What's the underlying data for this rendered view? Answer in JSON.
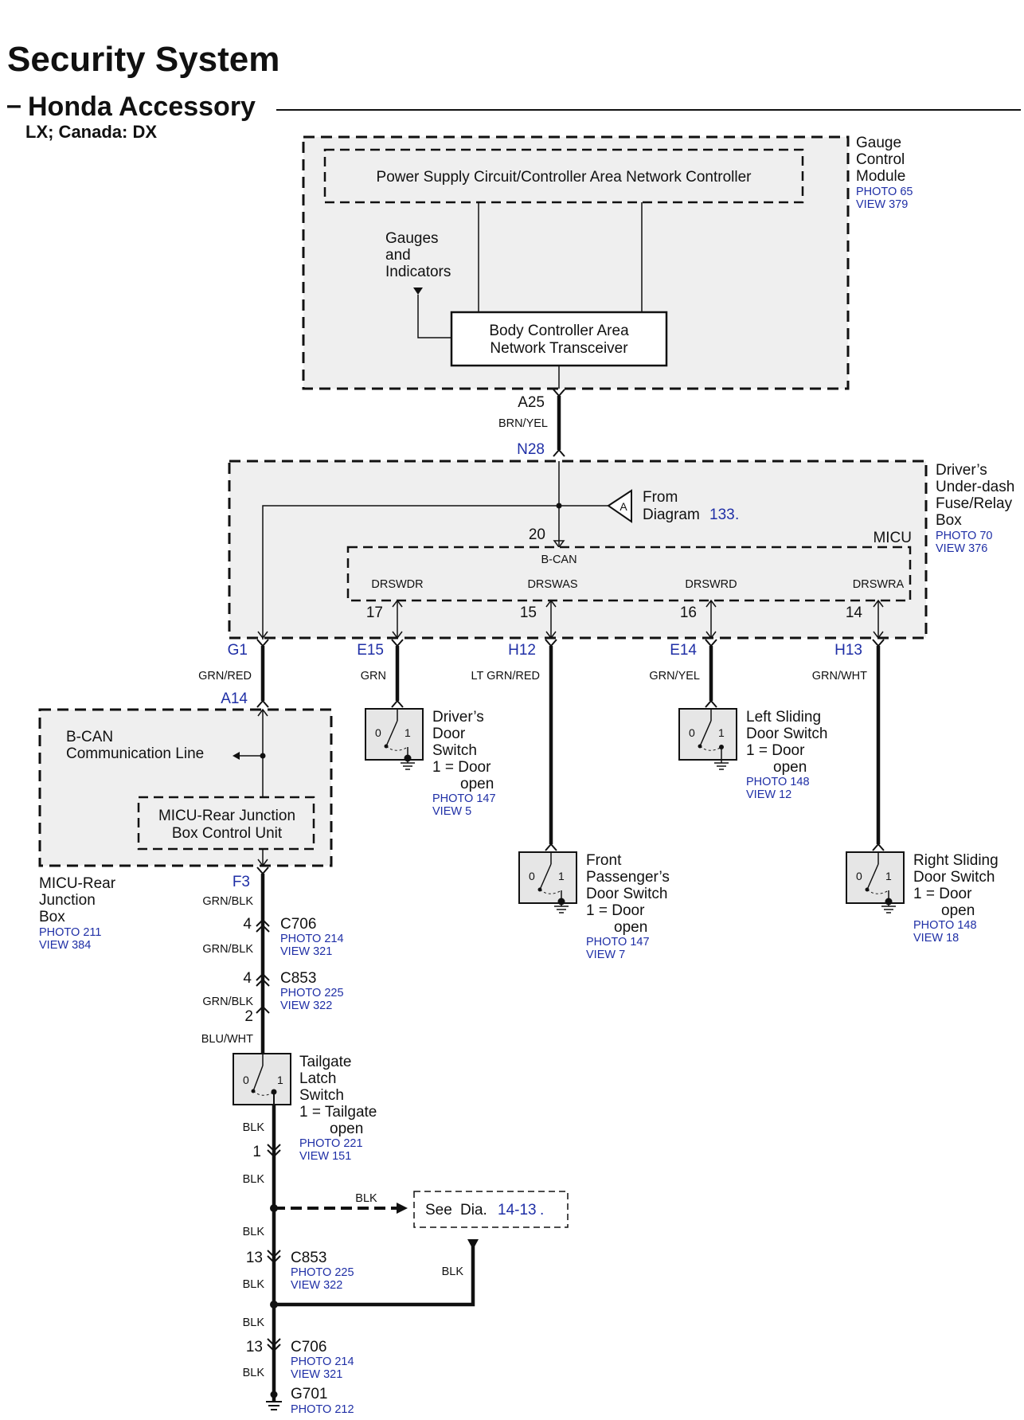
{
  "header": {
    "title": "Security System",
    "dash": "–",
    "subtitle": "Honda Accessory",
    "trim": "LX; Canada: DX"
  },
  "gauge_module": {
    "name_lines": [
      "Gauge",
      "Control",
      "Module"
    ],
    "photo": "PHOTO 65",
    "view": "VIEW 379",
    "controller": "Power Supply Circuit/Controller Area Network Controller",
    "gauges_lines": [
      "Gauges",
      "and",
      "Indicators"
    ],
    "transceiver_lines": [
      "Body Controller Area",
      "Network Transceiver"
    ]
  },
  "link_gauge_micu": {
    "from_pin": "A25",
    "wire": "BRN/YEL",
    "to_pin": "N28"
  },
  "fuse_box": {
    "name_lines": [
      "Driver’s",
      "Under-dash",
      "Fuse/Relay",
      "Box"
    ],
    "photo": "PHOTO 70",
    "view": "VIEW 376",
    "micu": "MICU",
    "from_lines": [
      "From",
      "Diagram"
    ],
    "from_ref": "133",
    "from_ref_dot": ".",
    "connector_letter": "A",
    "pin_bcan": "20",
    "bcan": "B-CAN",
    "inputs": [
      {
        "signal": "DRSWDR",
        "pin": "17",
        "conn": "E15",
        "wire": "GRN"
      },
      {
        "signal": "DRSWAS",
        "pin": "15",
        "conn": "H12",
        "wire": "LT GRN/RED"
      },
      {
        "signal": "DRSWRD",
        "pin": "16",
        "conn": "E14",
        "wire": "GRN/YEL"
      },
      {
        "signal": "DRSWRA",
        "pin": "14",
        "conn": "H13",
        "wire": "GRN/WHT"
      }
    ],
    "g1": {
      "conn": "G1",
      "wire": "GRN/RED"
    }
  },
  "rear_box": {
    "conn_in": "A14",
    "bcan_lines": [
      "B-CAN",
      "Communication Line"
    ],
    "unit_lines": [
      "MICU-Rear Junction",
      "Box Control Unit"
    ],
    "name_lines": [
      "MICU-Rear",
      "Junction",
      "Box"
    ],
    "photo": "PHOTO 211",
    "view": "VIEW 384",
    "conn_out": "F3"
  },
  "switches": {
    "states": [
      "0",
      "1"
    ],
    "driver": {
      "lines": [
        "Driver’s",
        "Door",
        "Switch",
        "1 = Door",
        "open"
      ],
      "photo": "PHOTO 147",
      "view": "VIEW 5"
    },
    "front_pass": {
      "lines": [
        "Front",
        "Passenger’s",
        "Door Switch",
        "1 = Door",
        "open"
      ],
      "photo": "PHOTO 147",
      "view": "VIEW 7"
    },
    "left_slide": {
      "lines": [
        "Left Sliding",
        "Door Switch",
        "1 = Door",
        "open"
      ],
      "photo": "PHOTO 148",
      "view": "VIEW 12"
    },
    "right_slide": {
      "lines": [
        "Right Sliding",
        "Door Switch",
        "1 = Door",
        "open"
      ],
      "photo": "PHOTO 148",
      "view": "VIEW 18"
    },
    "tailgate": {
      "lines": [
        "Tailgate",
        "Latch",
        "Switch",
        "1 = Tailgate",
        "open"
      ],
      "photo": "PHOTO 221",
      "view": "VIEW 151"
    }
  },
  "tailgate_path": {
    "w1": "GRN/BLK",
    "c706a": {
      "pin": "4",
      "name": "C706",
      "photo": "PHOTO 214",
      "view": "VIEW 321"
    },
    "w2": "GRN/BLK",
    "c853a": {
      "pin": "4",
      "name": "C853",
      "photo": "PHOTO 225",
      "view": "VIEW 322"
    },
    "w3": "GRN/BLK",
    "pin2": "2",
    "w4": "BLU/WHT"
  },
  "ground_path": {
    "blk": "BLK",
    "pin1": "1",
    "see_text": "See",
    "see_dia": "Dia.",
    "see_ref": "14-13",
    "see_dot": ".",
    "c853b": {
      "pin": "13",
      "name": "C853",
      "photo": "PHOTO 225",
      "view": "VIEW 322"
    },
    "c706b": {
      "pin": "13",
      "name": "C706",
      "photo": "PHOTO 214",
      "view": "VIEW 321"
    },
    "g701": {
      "name": "G701",
      "photo": "PHOTO 212"
    }
  }
}
